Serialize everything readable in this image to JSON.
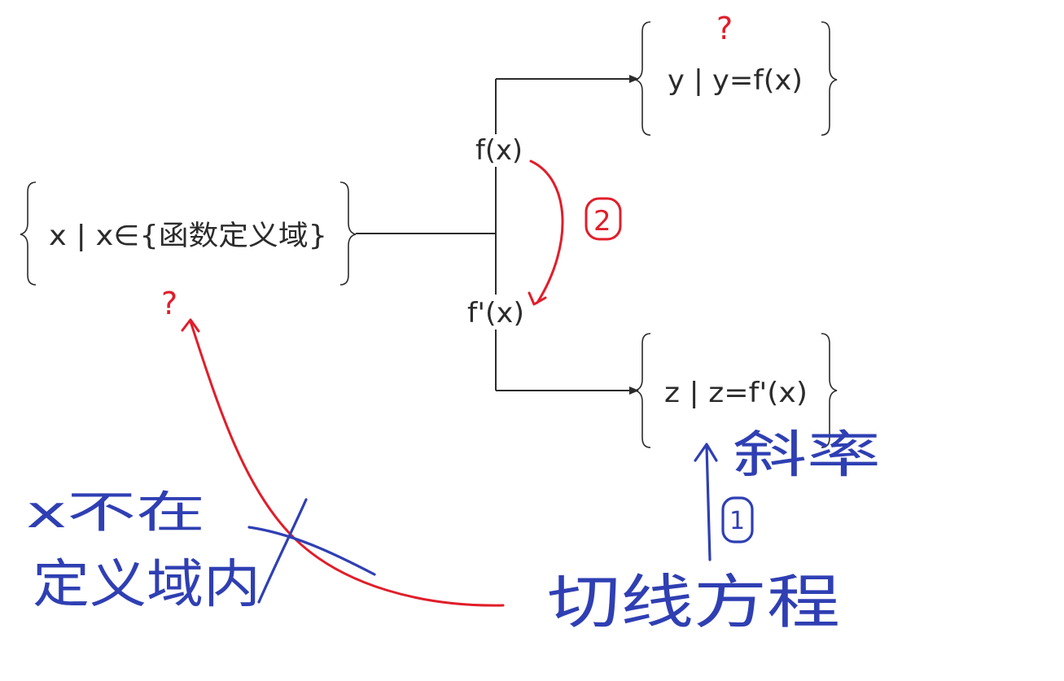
{
  "nodes": {
    "domain_set": "x | x∈{函数定义域}",
    "range_set": "y | y=f(x)",
    "derivative_set": "z | z=f'(x)",
    "function_label": "f(x)",
    "derivative_label": "f'(x)"
  },
  "annotations": {
    "question_mark_top": "?",
    "question_mark_left": "?",
    "step_two": "2",
    "step_one": "1",
    "slope": "斜率",
    "tangent_equation": "切线方程",
    "not_in_domain_line1": "x不在",
    "not_in_domain_line2": "定义域内"
  },
  "colors": {
    "diagram_ink": "#2b2b2b",
    "red_ink": "#e01e2a",
    "blue_ink": "#2f3fb3"
  }
}
